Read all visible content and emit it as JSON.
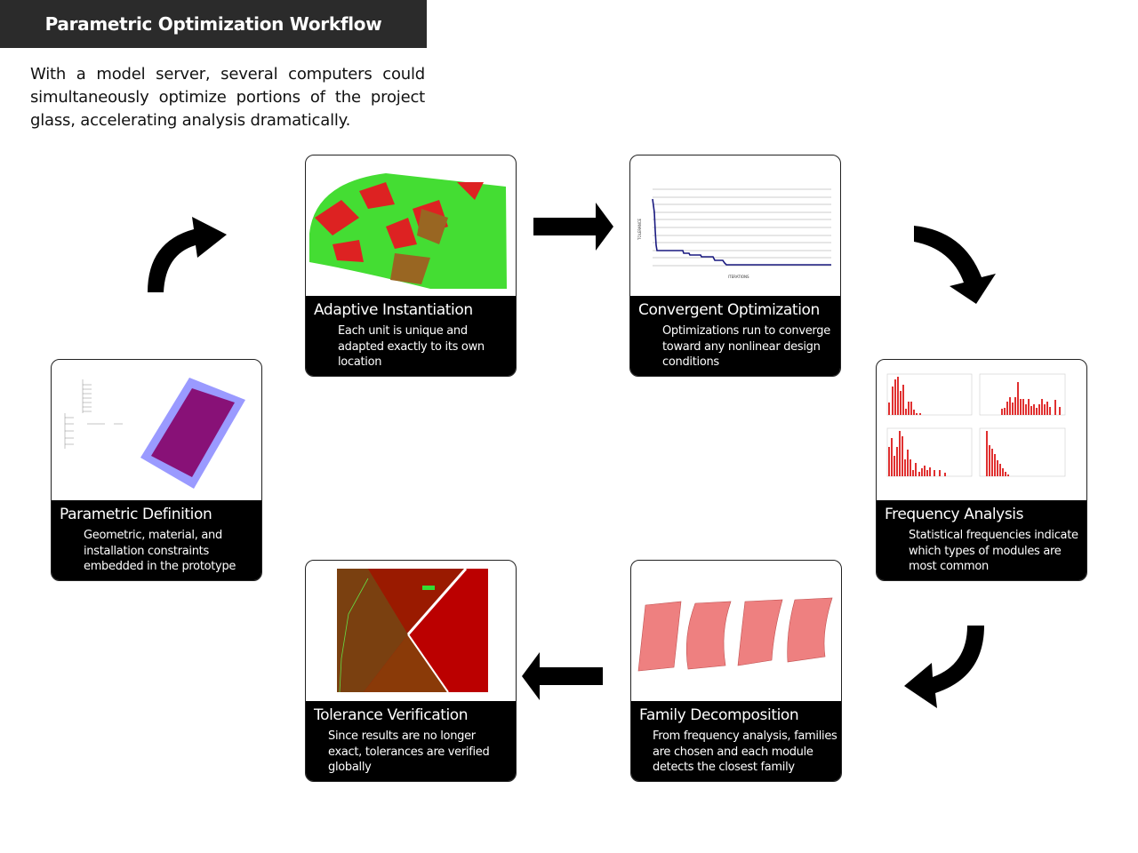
{
  "header": {
    "title": "Parametric Optimization Workflow"
  },
  "intro": "With a model server, several computers could simultaneously optimize portions of the project glass, accelerating analysis dramatically.",
  "steps": [
    {
      "title": "Adaptive Instantiation",
      "desc": "Each unit is unique and adapted exactly to its own location"
    },
    {
      "title": "Convergent Optimization",
      "desc": "Optimizations run to converge toward any nonlinear design conditions"
    },
    {
      "title": "Frequency Analysis",
      "desc": "Statistical frequencies indicate which types of modules are most common"
    },
    {
      "title": "Family Decomposition",
      "desc": "From frequency analysis, families are chosen and each module detects the closest family"
    },
    {
      "title": "Tolerance Verification",
      "desc": "Since results are no longer exact, tolerances are verified globally"
    },
    {
      "title": "Parametric Definition",
      "desc": "Geometric, material, and installation constraints embedded in the prototype"
    }
  ],
  "chart_labels": {
    "xlabel": "ITERATIONS",
    "ylabel": "TOLERANCE"
  }
}
